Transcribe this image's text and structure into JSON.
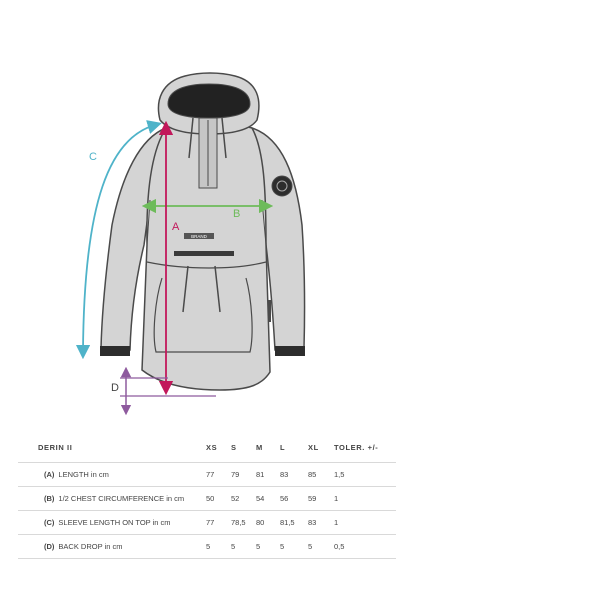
{
  "diagram": {
    "labels": {
      "a": "A",
      "b": "B",
      "c": "C",
      "d": "D"
    },
    "brand_tag": "BRAND",
    "colors": {
      "jacket_fill": "#d4d4d4",
      "outline": "#4a4a4a",
      "length_a": "#c2185b",
      "chest_b": "#6dbb5a",
      "sleeve_c": "#4fb3c9",
      "back_drop_d": "#8e5a9e"
    }
  },
  "size_table": {
    "product": "DERIN II",
    "sizes": [
      "XS",
      "S",
      "M",
      "L",
      "XL"
    ],
    "tolerance_header": "TOLER. +/-",
    "rows": [
      {
        "letter": "(A)",
        "label": "LENGTH in cm",
        "values": [
          "77",
          "79",
          "81",
          "83",
          "85"
        ],
        "tolerance": "1,5"
      },
      {
        "letter": "(B)",
        "label": "1/2 CHEST CIRCUMFERENCE in cm",
        "values": [
          "50",
          "52",
          "54",
          "56",
          "59"
        ],
        "tolerance": "1"
      },
      {
        "letter": "(C)",
        "label": "SLEEVE LENGTH ON TOP in cm",
        "values": [
          "77",
          "78,5",
          "80",
          "81,5",
          "83"
        ],
        "tolerance": "1"
      },
      {
        "letter": "(D)",
        "label": "BACK DROP in cm",
        "values": [
          "5",
          "5",
          "5",
          "5",
          "5"
        ],
        "tolerance": "0,5"
      }
    ]
  }
}
